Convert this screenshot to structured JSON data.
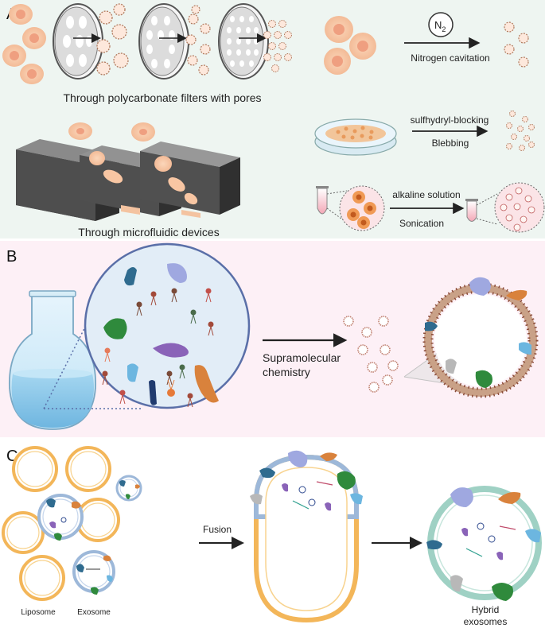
{
  "panels": {
    "a": {
      "letter": "A",
      "polycarbonate_label": "Through polycarbonate filters with pores",
      "microfluidic_label": "Through microfluidic devices",
      "nitrogen_symbol": "N",
      "nitrogen_subscript": "2",
      "nitrogen_label": "Nitrogen cavitation",
      "sulfhydryl_label": "sulfhydryl-blocking",
      "blebbing_label": "Blebbing",
      "alkaline_label": "alkaline solution",
      "sonication_label": "Sonication"
    },
    "b": {
      "letter": "B",
      "supramolecular_line1": "Supramolecular",
      "supramolecular_line2": "chemistry"
    },
    "c": {
      "letter": "C",
      "fusion_label": "Fusion",
      "liposome_label": "Liposome",
      "exosome_label": "Exosome",
      "hybrid_line1": "Hybrid",
      "hybrid_line2": "exosomes"
    }
  },
  "colors": {
    "panel_a_bg": "#eef5f1",
    "panel_b_bg": "#fdf0f6",
    "cell_fill": "#f7c9a6",
    "cell_nucleus": "#ef9f80",
    "vesicle_stroke": "#b07a5e",
    "liposome": "#f3b659",
    "exosome_membrane": "#9db8d9",
    "hybrid_membrane": "#9fd1c4",
    "protein_blue": "#2f6b8f",
    "protein_lavender": "#9fa8e0",
    "protein_green": "#2f8a3c",
    "protein_orange": "#d9823c",
    "protein_purple": "#8a63b8",
    "protein_light_blue": "#6cb6e0",
    "protein_grey": "#b8b8b8",
    "flask_liquid": "#9fd0ee"
  }
}
